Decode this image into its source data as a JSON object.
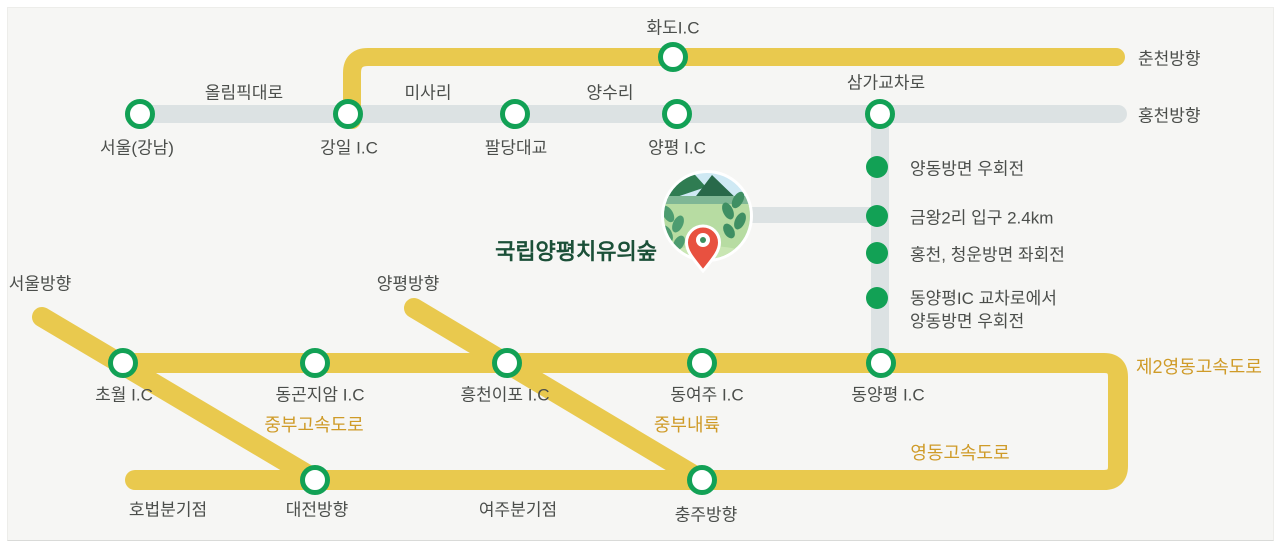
{
  "colors": {
    "road_yellow": "#e9c94e",
    "road_gray": "#dce2e3",
    "node_green": "#12a155",
    "text_dark": "#4b4e4b",
    "text_orange": "#cf9b28",
    "title_green": "#1b5038",
    "pin_red": "#e85140",
    "panel_bg": "#f6f6f4"
  },
  "top_route": {
    "start_label": "서울(강남)",
    "road_olympic": "올림픽대로",
    "node_gangil": "강일 I.C",
    "road_misari": "미사리",
    "node_paldang": "팔당대교",
    "road_yangsuri": "양수리",
    "node_yangpyeong": "양평 I.C",
    "node_samga": "삼가교차로",
    "node_hwado": "화도I.C",
    "end_yellow": "춘천방향",
    "end_gray": "홍천방향"
  },
  "destination": {
    "name": "국립양평치유의숲",
    "logo": "forest-logo-with-map-pin"
  },
  "directions": [
    {
      "label": "양동방면 우회전"
    },
    {
      "label": "금왕2리 입구 2.4km"
    },
    {
      "label": "홍천, 청운방면 좌회전"
    },
    {
      "label_line1": "동양평IC 교차로에서",
      "label_line2": "양동방면 우회전"
    }
  ],
  "bottom_route": {
    "dir_seoul": "서울방향",
    "dir_yangpyeong": "양평방향",
    "node_chowol": "초월 I.C",
    "node_donggonjiam": "동곤지암 I.C",
    "node_heungcheonipo": "흥천이포 I.C",
    "node_dongyeoju": "동여주 I.C",
    "node_dongyangpyeong": "동양평 I.C",
    "hw_jungbu": "중부고속도로",
    "hw_jungbunaeryuk": "중부내륙",
    "hw_je2yeongdong": "제2영동고속도로",
    "hw_yeongdong": "영동고속도로",
    "jct_hobeop": "호법분기점",
    "dir_daejeon": "대전방향",
    "jct_yeoju": "여주분기점",
    "dir_chungju": "충주방향"
  }
}
